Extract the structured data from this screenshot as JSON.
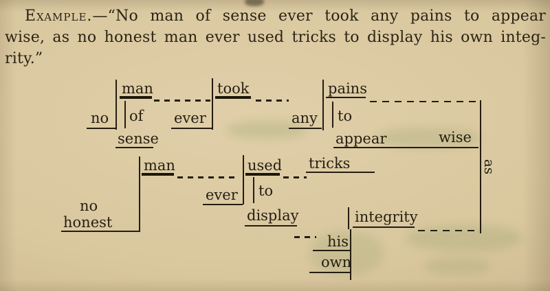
{
  "page": {
    "paragraph": {
      "label": "Example.",
      "line1_rest": "—“No man of sense ever took any pains to appear",
      "line2": "wise, as no honest man ever used tricks to display his own integ-",
      "line3": "rity.”"
    },
    "diagram": {
      "clause1": {
        "no": "no",
        "man": "man",
        "of": "of",
        "sense": "sense",
        "ever": "ever",
        "took": "took",
        "any": "any",
        "pains": "pains",
        "to": "to",
        "appear": "appear",
        "wise": "wise"
      },
      "clause2": {
        "no": "no",
        "honest": "honest",
        "man": "man",
        "ever": "ever",
        "used": "used",
        "to": "to",
        "display": "display",
        "tricks": "tricks",
        "integrity": "integrity",
        "his": "his",
        "own": "own"
      },
      "connector": "as"
    },
    "colors": {
      "paper": "#d9c79e",
      "ink": "#241d10"
    }
  }
}
